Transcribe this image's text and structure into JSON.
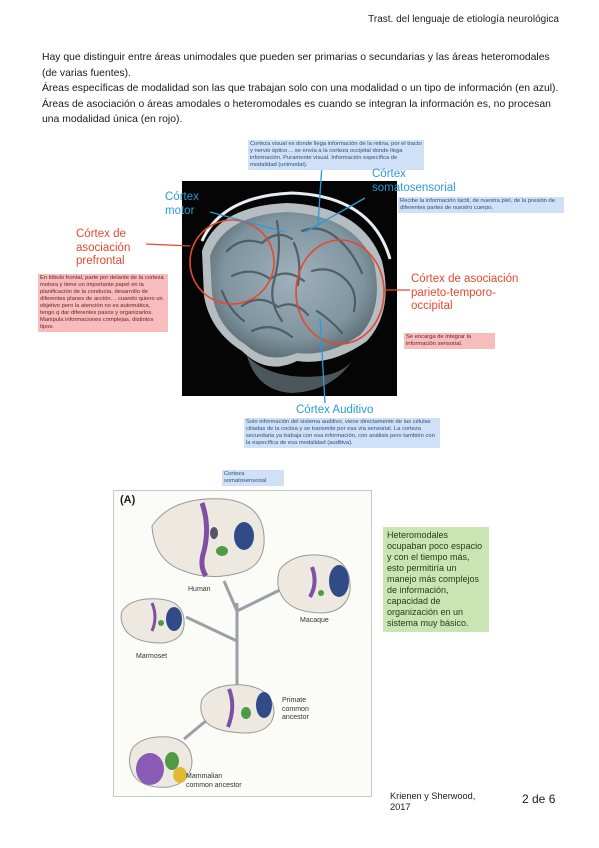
{
  "header": {
    "title": "Trast. del lenguaje de etiología neurológica"
  },
  "intro": {
    "lines": [
      "Hay que distinguir entre áreas unimodales que pueden ser primarias o secundarias y las áreas heteromodales (de varias fuentes).",
      "Áreas específicas de modalidad son las que trabajan solo con una modalidad o un tipo de información (en azul).",
      "Áreas de asociación o áreas amodales o heteromodales es cuando se integran la información es, no procesan una modalidad única (en rojo)."
    ]
  },
  "mri_figure": {
    "labels": {
      "motor": "Córtex motor",
      "somato": "Córtex somatosensorial",
      "prefrontal": "Córtex de asociación prefrontal",
      "parieto": "Córtex de asociación parieto-temporo-occipital",
      "auditivo": "Córtex Auditivo"
    },
    "notes": {
      "visual": "Corteza visual es donde llega información de la retina, por el tracto y nervio óptico… se envía a la corteza occipital donde llega información. Puramente visual. Información específica de modalidad (unimodal).",
      "somato": "Recibe la información táctil, de nuestra piel, de la presión de diferentes partes de nuestro cuerpo.",
      "prefrontal": "En lóbulo frontal, parte por delante de la corteza motora y tiene un importante papel en la planificación de la conducta, desarrollo de diferentes planes de acción… cuando quiero un objetivo pero la atención no es automática, tengo q dar diferentes pasos y organizarlos. Manipula informaciones complejas, distintos tipos.",
      "parieto": "Se encarga de integrar la información sensorial.",
      "auditivo": "Solo información del sistema auditivo, viene directamente de las células ciliadas de la coclea y se transmite por esa vía sensorial. La corteza secundaria ya trabaja con esa información, con análisis pero también con la específica de esa modalidad (auditiva)."
    }
  },
  "evo_figure": {
    "tag_note": "Corteza somatosensorial",
    "panel": "(A)",
    "species": {
      "human": "Human",
      "macaque": "Macaque",
      "marmoset": "Marmoset",
      "primate": "Primate common ancestor",
      "mammal": "Mammalian common ancestor"
    },
    "side_note": "Heteromodales ocupaban poco espacio y con el tiempo más, esto permitiría un manejo más complejos de información, capacidad de organización en un sistema muy básico."
  },
  "footer": {
    "citation": "Krienen y Sherwood, 2017",
    "page": "2 de 6"
  },
  "colors": {
    "blue_label": "#2c9ad6",
    "red_label": "#e2492d",
    "blue_note": "#cfe0f7",
    "red_note": "#f7bcbc",
    "green_note": "#c9e5b3"
  }
}
